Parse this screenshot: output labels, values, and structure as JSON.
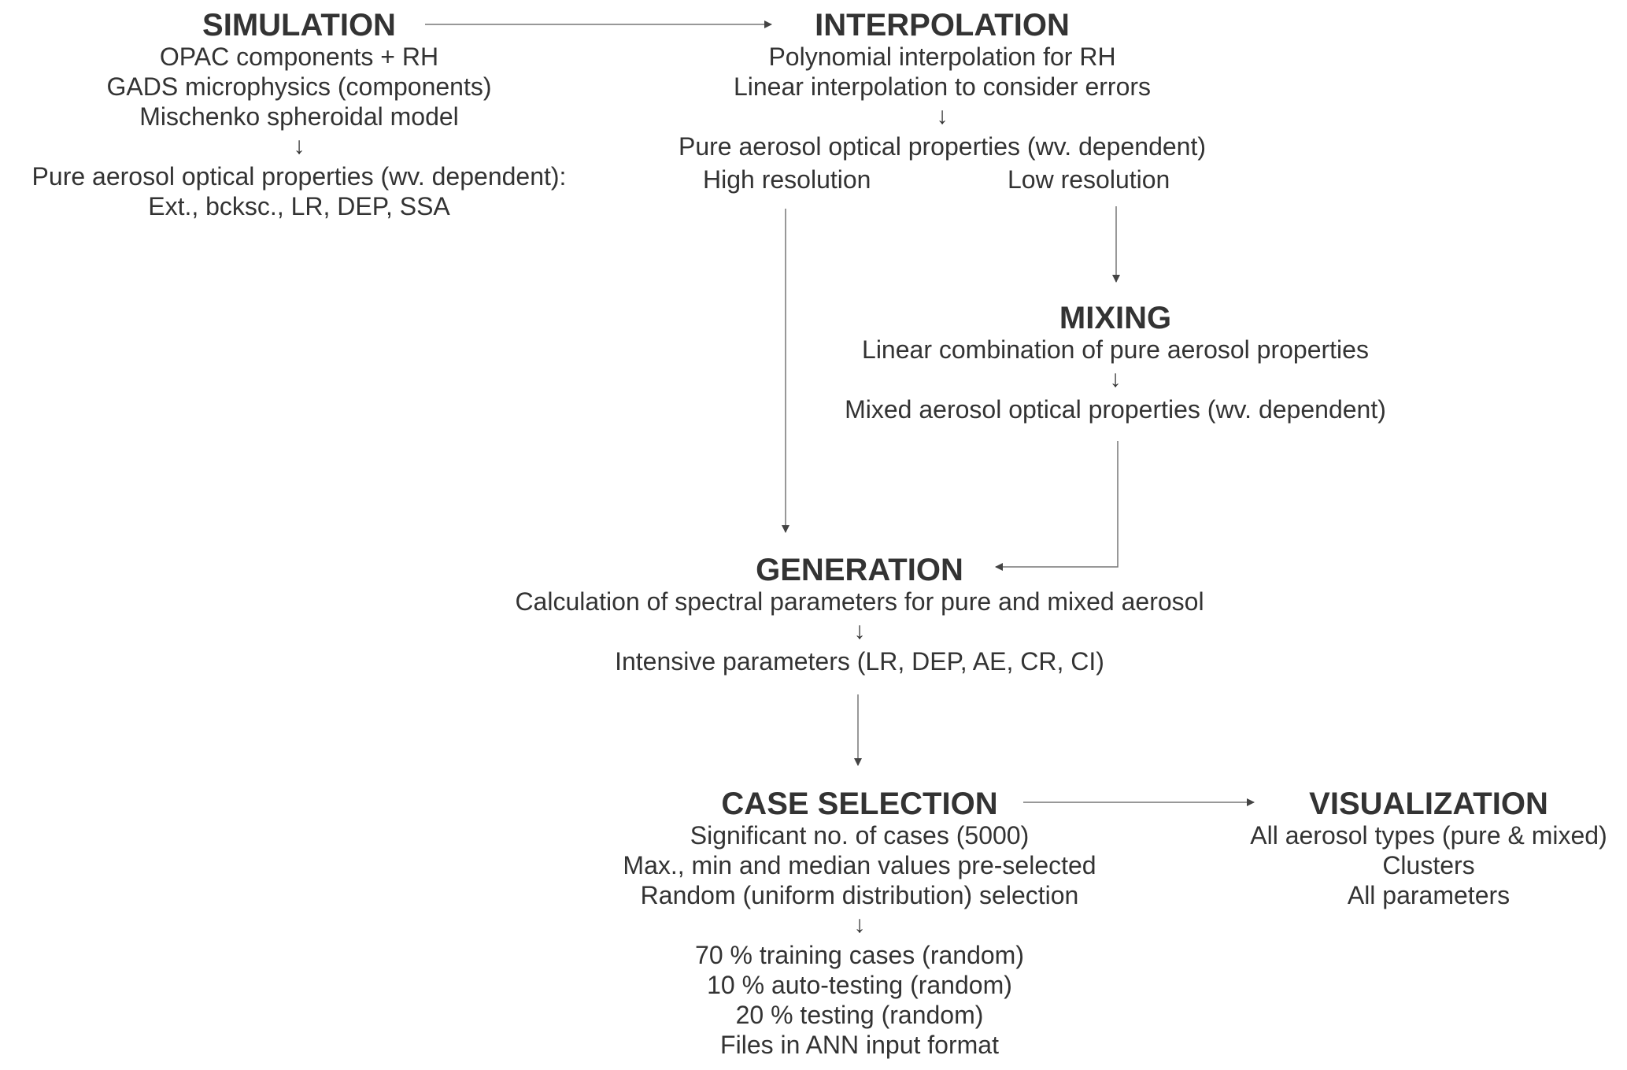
{
  "simulation": {
    "title": "SIMULATION",
    "lines_before": [
      "OPAC components + RH",
      "GADS microphysics (components)",
      "Mischenko spheroidal model"
    ],
    "arrow": "↓",
    "lines_after": [
      "Pure aerosol optical properties (wv. dependent):",
      "Ext., bcksc., LR, DEP, SSA"
    ]
  },
  "interpolation": {
    "title": "INTERPOLATION",
    "lines_before": [
      "Polynomial interpolation for RH",
      "Linear interpolation to consider errors"
    ],
    "arrow": "↓",
    "lines_after": [
      "Pure aerosol optical properties (wv. dependent)"
    ],
    "high_res": "High  resolution",
    "low_res": "Low resolution"
  },
  "mixing": {
    "title": "MIXING",
    "lines_before": [
      "Linear combination of pure aerosol properties"
    ],
    "arrow": "↓",
    "lines_after": [
      "Mixed aerosol optical properties (wv. dependent)"
    ]
  },
  "generation": {
    "title": "GENERATION",
    "lines_before": [
      "Calculation of spectral parameters for pure and mixed aerosol"
    ],
    "arrow": "↓",
    "lines_after": [
      "Intensive parameters (LR, DEP, AE, CR, CI)"
    ]
  },
  "case_selection": {
    "title": "CASE SELECTION",
    "lines_before": [
      "Significant no. of cases (5000)",
      "Max., min and median values pre-selected",
      "Random (uniform distribution) selection"
    ],
    "arrow": "↓",
    "lines_after": [
      "70 % training cases (random)",
      "10 % auto-testing (random)",
      "20 % testing (random)",
      "Files in ANN input format"
    ]
  },
  "visualization": {
    "title": "VISUALIZATION",
    "lines": [
      "All aerosol types (pure & mixed)",
      "Clusters",
      "All parameters"
    ]
  },
  "colors": {
    "text": "#333333",
    "arrow": "#555555"
  }
}
